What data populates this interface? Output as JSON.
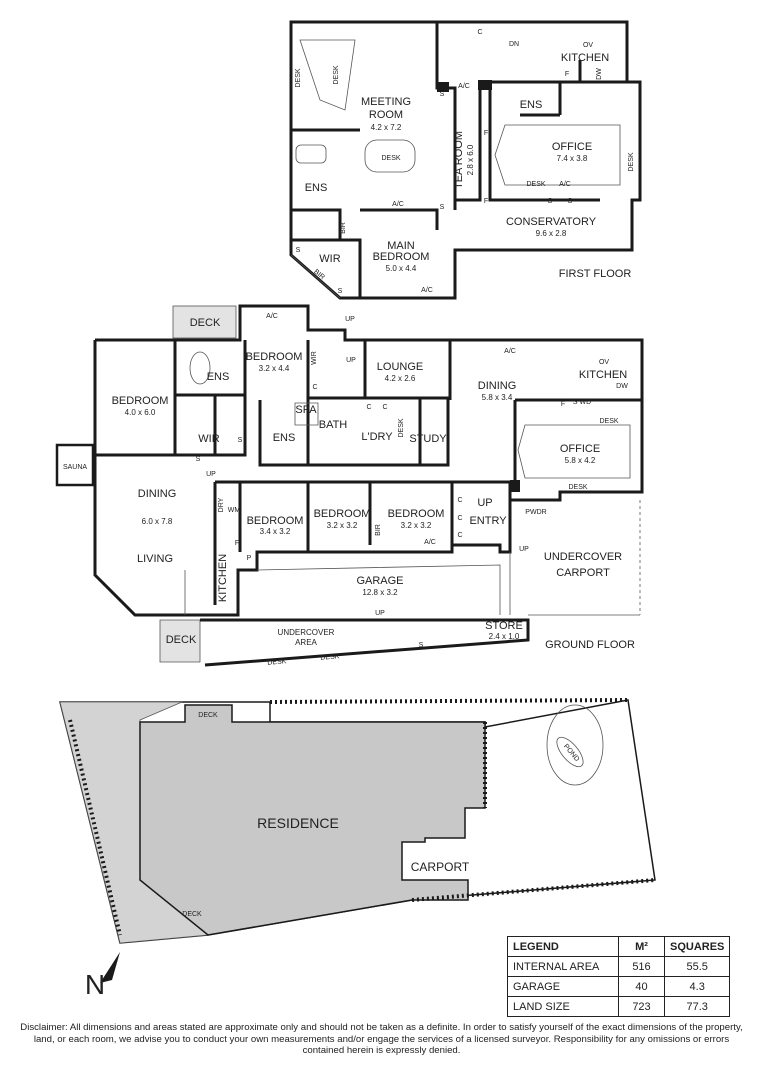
{
  "first_floor": {
    "title": "FIRST FLOOR",
    "rooms": {
      "meeting_room": {
        "name_1": "MEETING",
        "name_2": "ROOM",
        "dim": "4.2 x 7.2"
      },
      "tea_room": {
        "name": "TEA ROOM",
        "dim": "2.8 x 6.0"
      },
      "office": {
        "name": "OFFICE",
        "dim": "7.4 x 3.8"
      },
      "conservatory": {
        "name": "CONSERVATORY",
        "dim": "9.6 x 2.8"
      },
      "main_bedroom": {
        "name_1": "MAIN",
        "name_2": "BEDROOM",
        "dim": "5.0 x 4.4"
      },
      "kitchen": "KITCHEN",
      "ens_a": "ENS",
      "ens_b": "ENS",
      "wir": "WIR",
      "bir": "BIR"
    },
    "fixtures": {
      "desk": "DESK",
      "ac": "A/C",
      "s": "S",
      "c": "C",
      "f": "F",
      "dn": "DN",
      "ov": "OV",
      "dw": "DW"
    }
  },
  "ground_floor": {
    "title": "GROUND FLOOR",
    "rooms": {
      "bedroom_1": {
        "name": "BEDROOM",
        "dim": "4.0 x 6.0"
      },
      "bedroom_2": {
        "name": "BEDROOM",
        "dim": "3.2 x 4.4"
      },
      "bedroom_3": {
        "name": "BEDROOM",
        "dim": "3.4 x 3.2"
      },
      "bedroom_4": {
        "name": "BEDROOM",
        "dim": "3.2 x 3.2"
      },
      "bedroom_5": {
        "name": "BEDROOM",
        "dim": "3.2 x 3.2"
      },
      "lounge": {
        "name": "LOUNGE",
        "dim": "4.2 x 2.6"
      },
      "dining_upper": {
        "name": "DINING",
        "dim": "5.8 x 3.4"
      },
      "office": {
        "name": "OFFICE",
        "dim": "5.8 x 4.2"
      },
      "dining_lower": {
        "name": "DINING",
        "dim": "6.0 x 7.8"
      },
      "living": "LIVING",
      "garage": {
        "name": "GARAGE",
        "dim": "12.8 x 3.2"
      },
      "store": {
        "name": "STORE",
        "dim": "2.4 x 1.0"
      },
      "undercover_area_1": "UNDERCOVER",
      "undercover_area_2": "AREA",
      "undercover_carport_1": "UNDERCOVER",
      "undercover_carport_2": "CARPORT",
      "entry": "ENTRY",
      "deck": "DECK",
      "sauna": "SAUNA",
      "ens": "ENS",
      "wir": "WIR",
      "spa": "SPA",
      "bath": "BATH",
      "ldry": "L'DRY",
      "study": "STUDY",
      "kitchen": "KITCHEN",
      "kitchen_2": "KITCHEN",
      "pwdr": "PWDR"
    },
    "fixtures": {
      "up": "UP",
      "desk": "DESK",
      "ac": "A/C",
      "s": "S",
      "c": "C",
      "f": "F",
      "p": "P",
      "wm": "WM",
      "dry": "DRY",
      "bir": "BIR",
      "wir": "WIR",
      "swd": "S WD",
      "ov": "OV",
      "dw": "DW"
    }
  },
  "site_plan": {
    "residence": "RESIDENCE",
    "carport": "CARPORT",
    "pond": "POND",
    "deck": "DECK",
    "north": "N"
  },
  "legend": {
    "headers": [
      "LEGEND",
      "M²",
      "SQUARES"
    ],
    "rows": [
      {
        "label": "INTERNAL AREA",
        "m2": "516",
        "squares": "55.5"
      },
      {
        "label": "GARAGE",
        "m2": "40",
        "squares": "4.3"
      },
      {
        "label": "LAND SIZE",
        "m2": "723",
        "squares": "77.3"
      }
    ]
  },
  "disclaimer": "Disclaimer: All dimensions and areas stated are approximate only and should not be taken as a definite. In order to satisfy yourself of the exact dimensions of the property, land, or each room, we advise you to conduct your own measurements and/or engage the services of a licensed surveyor. Responsibility for any omissions or errors contained herein is expressly denied."
}
